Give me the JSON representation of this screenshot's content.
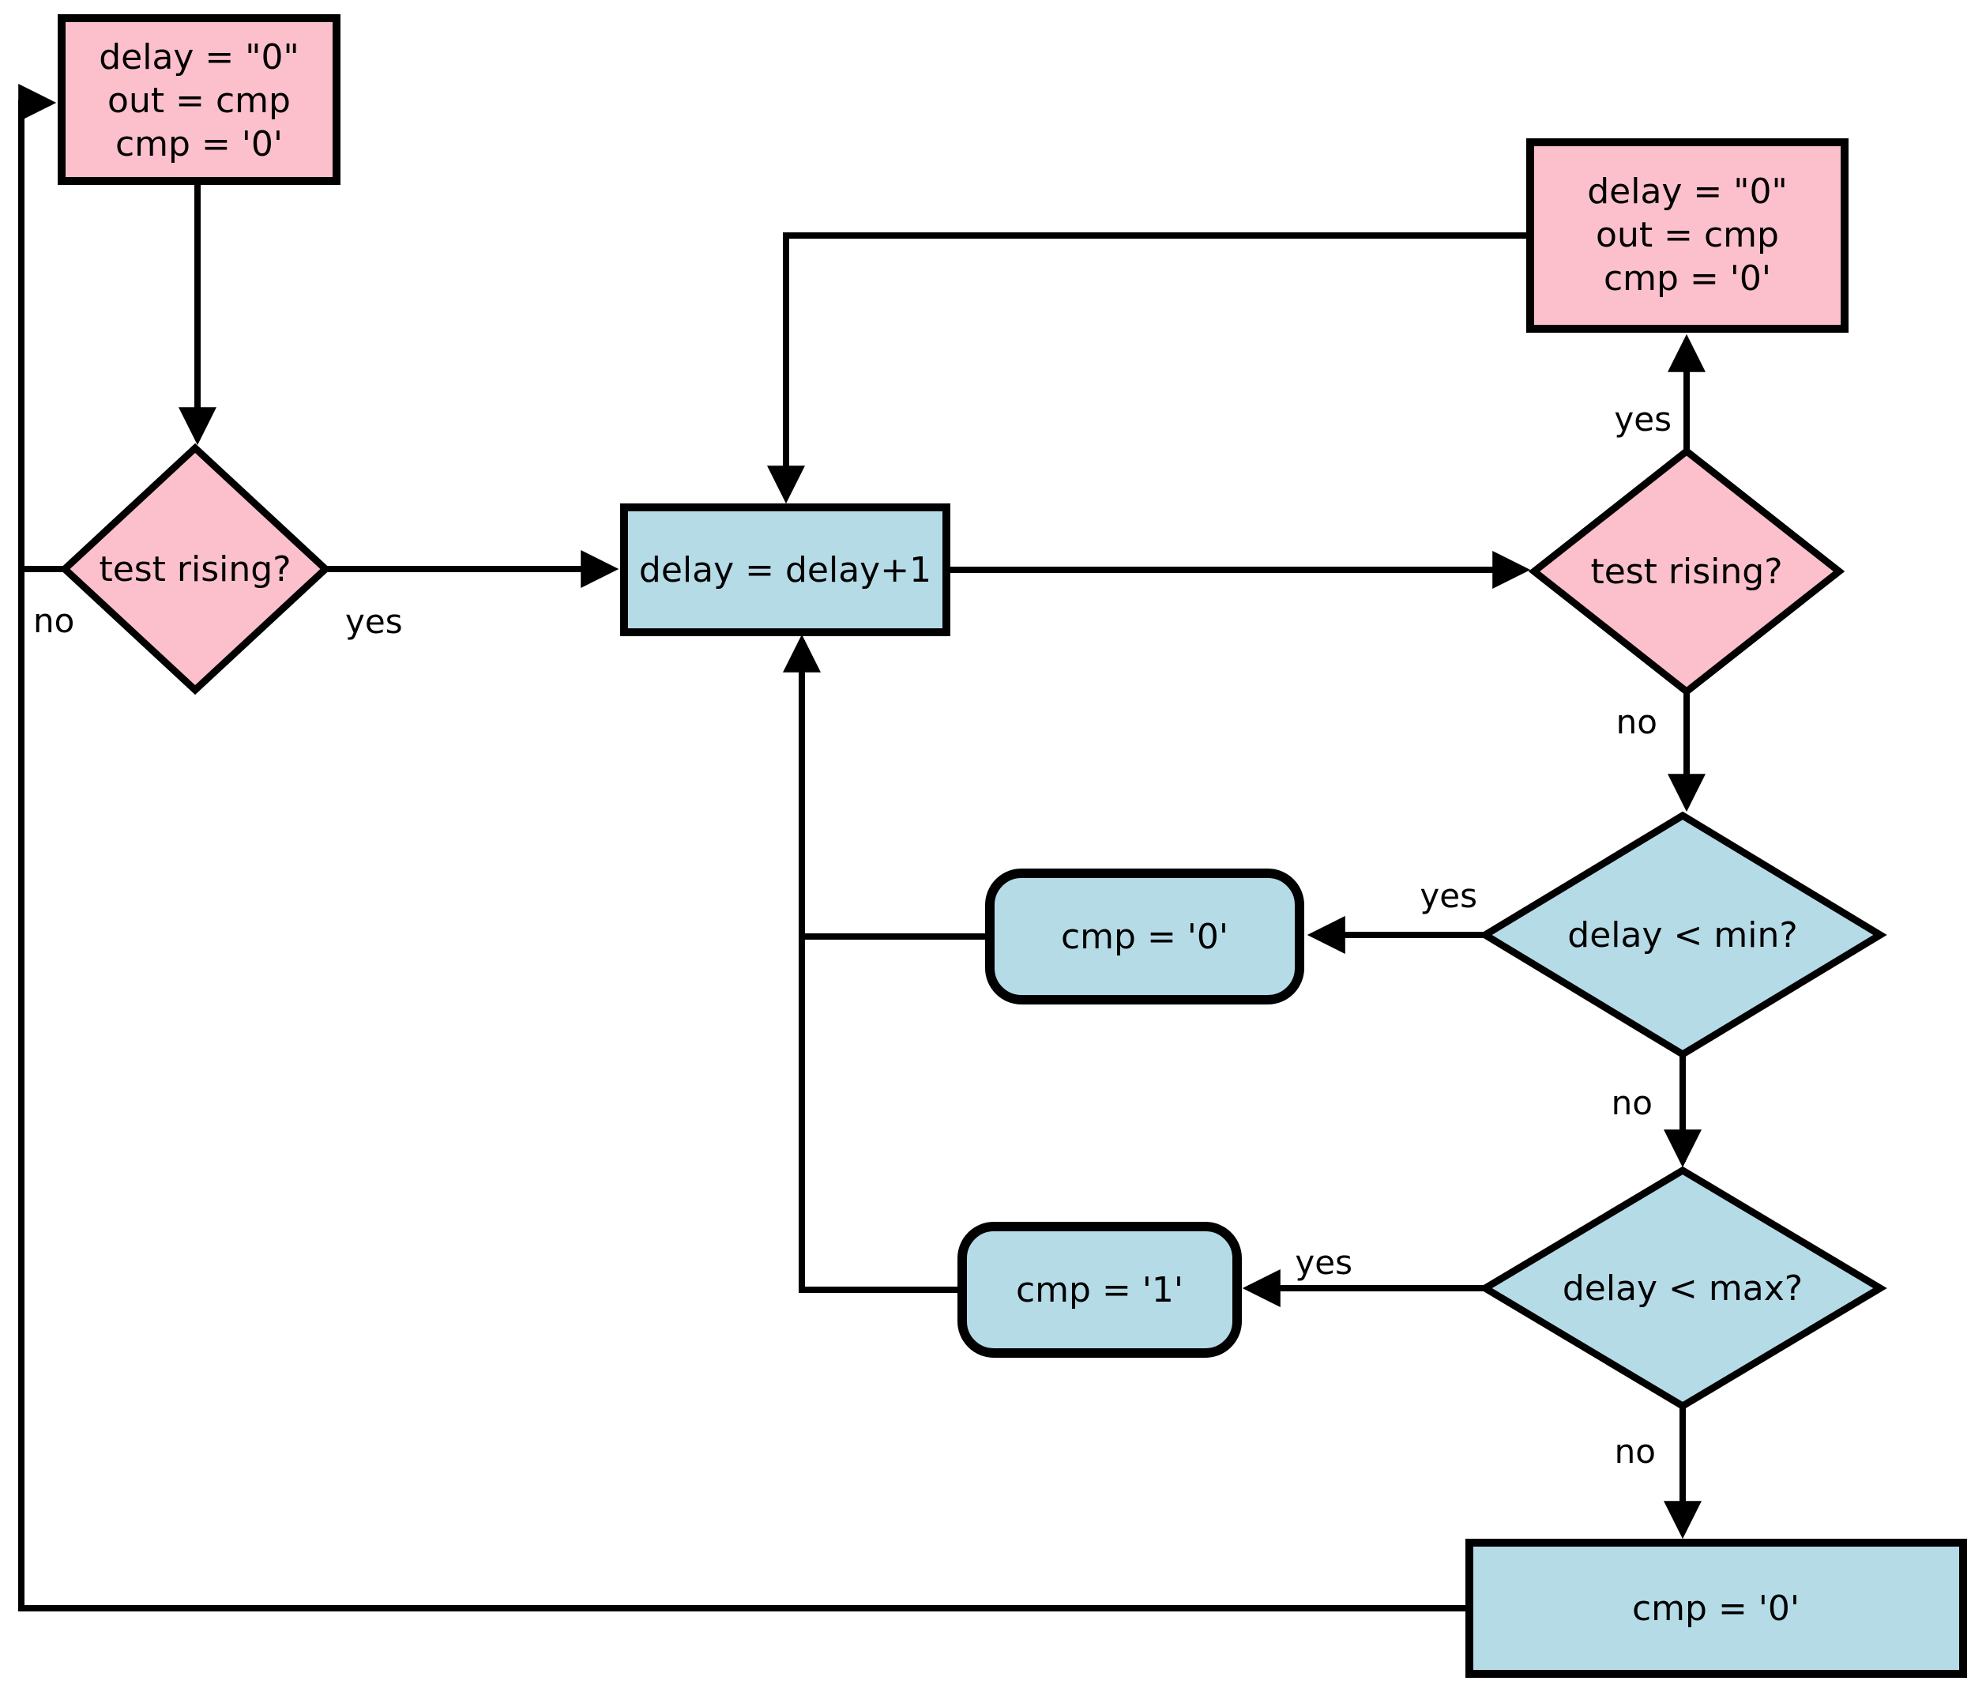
{
  "diagram": {
    "colors": {
      "pink": "#fbc0cc",
      "blue": "#b5dbe7",
      "line": "#000000"
    },
    "nodes": {
      "init_left": {
        "lines": [
          "delay = \"0\"",
          "out = cmp",
          "cmp = '0'"
        ]
      },
      "test_rising_left": {
        "label": "test rising?"
      },
      "increment": {
        "label": "delay = delay+1"
      },
      "init_right": {
        "lines": [
          "delay = \"0\"",
          "out = cmp",
          "cmp = '0'"
        ]
      },
      "test_rising_right": {
        "label": "test rising?"
      },
      "delay_lt_min": {
        "label": "delay < min?"
      },
      "cmp_zero_mid": {
        "label": "cmp = '0'"
      },
      "delay_lt_max": {
        "label": "delay < max?"
      },
      "cmp_one": {
        "label": "cmp = '1'"
      },
      "cmp_zero_bottom": {
        "label": "cmp = '0'"
      }
    },
    "edge_labels": {
      "left_no": "no",
      "left_yes": "yes",
      "right_yes": "yes",
      "right_no": "no",
      "min_yes": "yes",
      "min_no": "no",
      "max_yes": "yes",
      "max_no": "no"
    }
  }
}
